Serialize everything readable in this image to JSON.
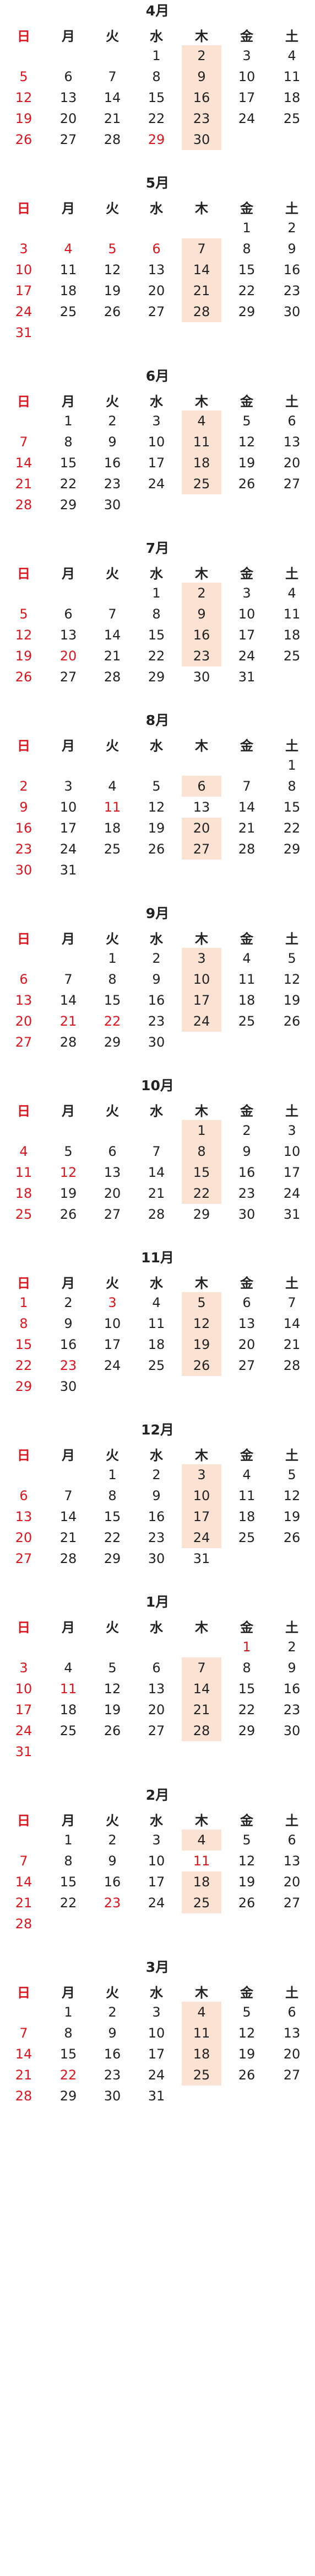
{
  "weekdays": [
    "日",
    "月",
    "火",
    "水",
    "木",
    "金",
    "土"
  ],
  "colors": {
    "holiday": "#e0141d",
    "highlight": "#fbe2d2",
    "text": "#222222"
  },
  "months": [
    {
      "title": "4月",
      "weeks": [
        [
          "",
          "",
          "",
          "1",
          "2",
          "3",
          "4"
        ],
        [
          "5",
          "6",
          "7",
          "8",
          "9",
          "10",
          "11"
        ],
        [
          "12",
          "13",
          "14",
          "15",
          "16",
          "17",
          "18"
        ],
        [
          "19",
          "20",
          "21",
          "22",
          "23",
          "24",
          "25"
        ],
        [
          "26",
          "27",
          "28",
          "29",
          "30",
          "",
          ""
        ]
      ],
      "red": [
        "5",
        "12",
        "19",
        "26",
        "29"
      ],
      "highlight": [
        "2",
        "9",
        "16",
        "23",
        "30"
      ]
    },
    {
      "title": "5月",
      "weeks": [
        [
          "",
          "",
          "",
          "",
          "",
          "1",
          "2"
        ],
        [
          "3",
          "4",
          "5",
          "6",
          "7",
          "8",
          "9"
        ],
        [
          "10",
          "11",
          "12",
          "13",
          "14",
          "15",
          "16"
        ],
        [
          "17",
          "18",
          "19",
          "20",
          "21",
          "22",
          "23"
        ],
        [
          "24",
          "25",
          "26",
          "27",
          "28",
          "29",
          "30"
        ],
        [
          "31",
          "",
          "",
          "",
          "",
          "",
          ""
        ]
      ],
      "red": [
        "3",
        "4",
        "5",
        "6",
        "10",
        "17",
        "24",
        "31"
      ],
      "highlight": [
        "7",
        "14",
        "21",
        "28"
      ]
    },
    {
      "title": "6月",
      "weeks": [
        [
          "",
          "1",
          "2",
          "3",
          "4",
          "5",
          "6"
        ],
        [
          "7",
          "8",
          "9",
          "10",
          "11",
          "12",
          "13"
        ],
        [
          "14",
          "15",
          "16",
          "17",
          "18",
          "19",
          "20"
        ],
        [
          "21",
          "22",
          "23",
          "24",
          "25",
          "26",
          "27"
        ],
        [
          "28",
          "29",
          "30",
          "",
          "",
          "",
          ""
        ]
      ],
      "red": [
        "7",
        "14",
        "21",
        "28"
      ],
      "highlight": [
        "4",
        "11",
        "18",
        "25"
      ]
    },
    {
      "title": "7月",
      "weeks": [
        [
          "",
          "",
          "",
          "1",
          "2",
          "3",
          "4"
        ],
        [
          "5",
          "6",
          "7",
          "8",
          "9",
          "10",
          "11"
        ],
        [
          "12",
          "13",
          "14",
          "15",
          "16",
          "17",
          "18"
        ],
        [
          "19",
          "20",
          "21",
          "22",
          "23",
          "24",
          "25"
        ],
        [
          "26",
          "27",
          "28",
          "29",
          "30",
          "31",
          ""
        ]
      ],
      "red": [
        "5",
        "12",
        "19",
        "20",
        "26"
      ],
      "highlight": [
        "2",
        "9",
        "16",
        "23"
      ]
    },
    {
      "title": "8月",
      "weeks": [
        [
          "",
          "",
          "",
          "",
          "",
          "",
          "1"
        ],
        [
          "2",
          "3",
          "4",
          "5",
          "6",
          "7",
          "8"
        ],
        [
          "9",
          "10",
          "11",
          "12",
          "13",
          "14",
          "15"
        ],
        [
          "16",
          "17",
          "18",
          "19",
          "20",
          "21",
          "22"
        ],
        [
          "23",
          "24",
          "25",
          "26",
          "27",
          "28",
          "29"
        ],
        [
          "30",
          "31",
          "",
          "",
          "",
          "",
          ""
        ]
      ],
      "red": [
        "2",
        "9",
        "11",
        "16",
        "23",
        "30"
      ],
      "highlight": [
        "6",
        "20",
        "27"
      ]
    },
    {
      "title": "9月",
      "weeks": [
        [
          "",
          "",
          "1",
          "2",
          "3",
          "4",
          "5"
        ],
        [
          "6",
          "7",
          "8",
          "9",
          "10",
          "11",
          "12"
        ],
        [
          "13",
          "14",
          "15",
          "16",
          "17",
          "18",
          "19"
        ],
        [
          "20",
          "21",
          "22",
          "23",
          "24",
          "25",
          "26"
        ],
        [
          "27",
          "28",
          "29",
          "30",
          "",
          "",
          ""
        ]
      ],
      "red": [
        "6",
        "13",
        "20",
        "21",
        "22",
        "27"
      ],
      "highlight": [
        "3",
        "10",
        "17",
        "24"
      ]
    },
    {
      "title": "10月",
      "weeks": [
        [
          "",
          "",
          "",
          "",
          "1",
          "2",
          "3"
        ],
        [
          "4",
          "5",
          "6",
          "7",
          "8",
          "9",
          "10"
        ],
        [
          "11",
          "12",
          "13",
          "14",
          "15",
          "16",
          "17"
        ],
        [
          "18",
          "19",
          "20",
          "21",
          "22",
          "23",
          "24"
        ],
        [
          "25",
          "26",
          "27",
          "28",
          "29",
          "30",
          "31"
        ]
      ],
      "red": [
        "4",
        "11",
        "12",
        "18",
        "25"
      ],
      "highlight": [
        "1",
        "8",
        "15",
        "22"
      ]
    },
    {
      "title": "11月",
      "weeks": [
        [
          "1",
          "2",
          "3",
          "4",
          "5",
          "6",
          "7"
        ],
        [
          "8",
          "9",
          "10",
          "11",
          "12",
          "13",
          "14"
        ],
        [
          "15",
          "16",
          "17",
          "18",
          "19",
          "20",
          "21"
        ],
        [
          "22",
          "23",
          "24",
          "25",
          "26",
          "27",
          "28"
        ],
        [
          "29",
          "30",
          "",
          "",
          "",
          "",
          ""
        ]
      ],
      "red": [
        "1",
        "3",
        "8",
        "15",
        "22",
        "23",
        "29"
      ],
      "highlight": [
        "5",
        "12",
        "19",
        "26"
      ]
    },
    {
      "title": "12月",
      "weeks": [
        [
          "",
          "",
          "1",
          "2",
          "3",
          "4",
          "5"
        ],
        [
          "6",
          "7",
          "8",
          "9",
          "10",
          "11",
          "12"
        ],
        [
          "13",
          "14",
          "15",
          "16",
          "17",
          "18",
          "19"
        ],
        [
          "20",
          "21",
          "22",
          "23",
          "24",
          "25",
          "26"
        ],
        [
          "27",
          "28",
          "29",
          "30",
          "31",
          "",
          ""
        ]
      ],
      "red": [
        "6",
        "13",
        "20",
        "27"
      ],
      "highlight": [
        "3",
        "10",
        "17",
        "24"
      ]
    },
    {
      "title": "1月",
      "weeks": [
        [
          "",
          "",
          "",
          "",
          "",
          "1",
          "2"
        ],
        [
          "3",
          "4",
          "5",
          "6",
          "7",
          "8",
          "9"
        ],
        [
          "10",
          "11",
          "12",
          "13",
          "14",
          "15",
          "16"
        ],
        [
          "17",
          "18",
          "19",
          "20",
          "21",
          "22",
          "23"
        ],
        [
          "24",
          "25",
          "26",
          "27",
          "28",
          "29",
          "30"
        ],
        [
          "31",
          "",
          "",
          "",
          "",
          "",
          ""
        ]
      ],
      "red": [
        "1",
        "3",
        "10",
        "11",
        "17",
        "24",
        "31"
      ],
      "highlight": [
        "7",
        "14",
        "21",
        "28"
      ]
    },
    {
      "title": "2月",
      "weeks": [
        [
          "",
          "1",
          "2",
          "3",
          "4",
          "5",
          "6"
        ],
        [
          "7",
          "8",
          "9",
          "10",
          "11",
          "12",
          "13"
        ],
        [
          "14",
          "15",
          "16",
          "17",
          "18",
          "19",
          "20"
        ],
        [
          "21",
          "22",
          "23",
          "24",
          "25",
          "26",
          "27"
        ],
        [
          "28",
          "",
          "",
          "",
          "",
          "",
          ""
        ]
      ],
      "red": [
        "7",
        "11",
        "14",
        "21",
        "23",
        "28"
      ],
      "highlight": [
        "4",
        "18",
        "25"
      ]
    },
    {
      "title": "3月",
      "weeks": [
        [
          "",
          "1",
          "2",
          "3",
          "4",
          "5",
          "6"
        ],
        [
          "7",
          "8",
          "9",
          "10",
          "11",
          "12",
          "13"
        ],
        [
          "14",
          "15",
          "16",
          "17",
          "18",
          "19",
          "20"
        ],
        [
          "21",
          "22",
          "23",
          "24",
          "25",
          "26",
          "27"
        ],
        [
          "28",
          "29",
          "30",
          "31",
          "",
          "",
          ""
        ]
      ],
      "red": [
        "7",
        "14",
        "21",
        "22",
        "28"
      ],
      "highlight": [
        "4",
        "11",
        "18",
        "25"
      ]
    }
  ]
}
